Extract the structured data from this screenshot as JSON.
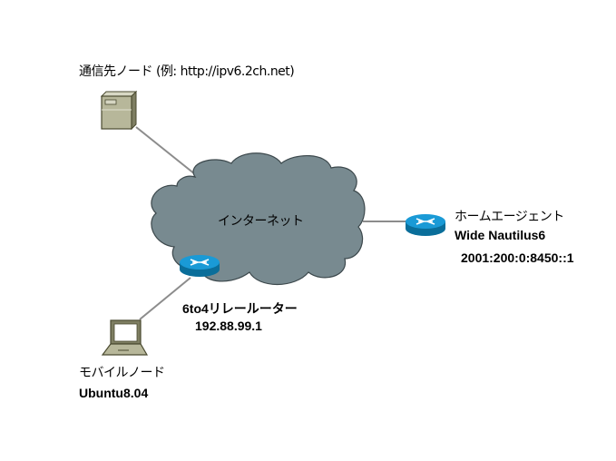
{
  "diagram": {
    "title": "Mobile IPv6 over 6to4 network",
    "cloud": {
      "label": "インターネット",
      "fill": "#788a90"
    },
    "nodes": {
      "correspondent": {
        "label": "通信先ノード (例: http://ipv6.2ch.net)",
        "icon": "server-icon"
      },
      "home_agent": {
        "label": "ホームエージェント",
        "name": "Wide Nautilus6",
        "address": "2001:200:0:8450::1",
        "icon": "router-icon"
      },
      "relay_router": {
        "label": "6to4リレールーター",
        "address": "192.88.99.1",
        "icon": "router-icon"
      },
      "mobile_node": {
        "label": "モバイルノード",
        "name": "Ubuntu8.04",
        "icon": "laptop-icon"
      }
    },
    "links": [
      {
        "from": "correspondent",
        "to": "internet"
      },
      {
        "from": "internet",
        "to": "home_agent"
      },
      {
        "from": "relay_router",
        "to": "mobile_node"
      }
    ],
    "colors": {
      "link": "#8c8c8c",
      "router": "#1a9ad6",
      "router_dark": "#0a6e9a",
      "device": "#b7b79a",
      "device_dark": "#4a4a30"
    }
  }
}
